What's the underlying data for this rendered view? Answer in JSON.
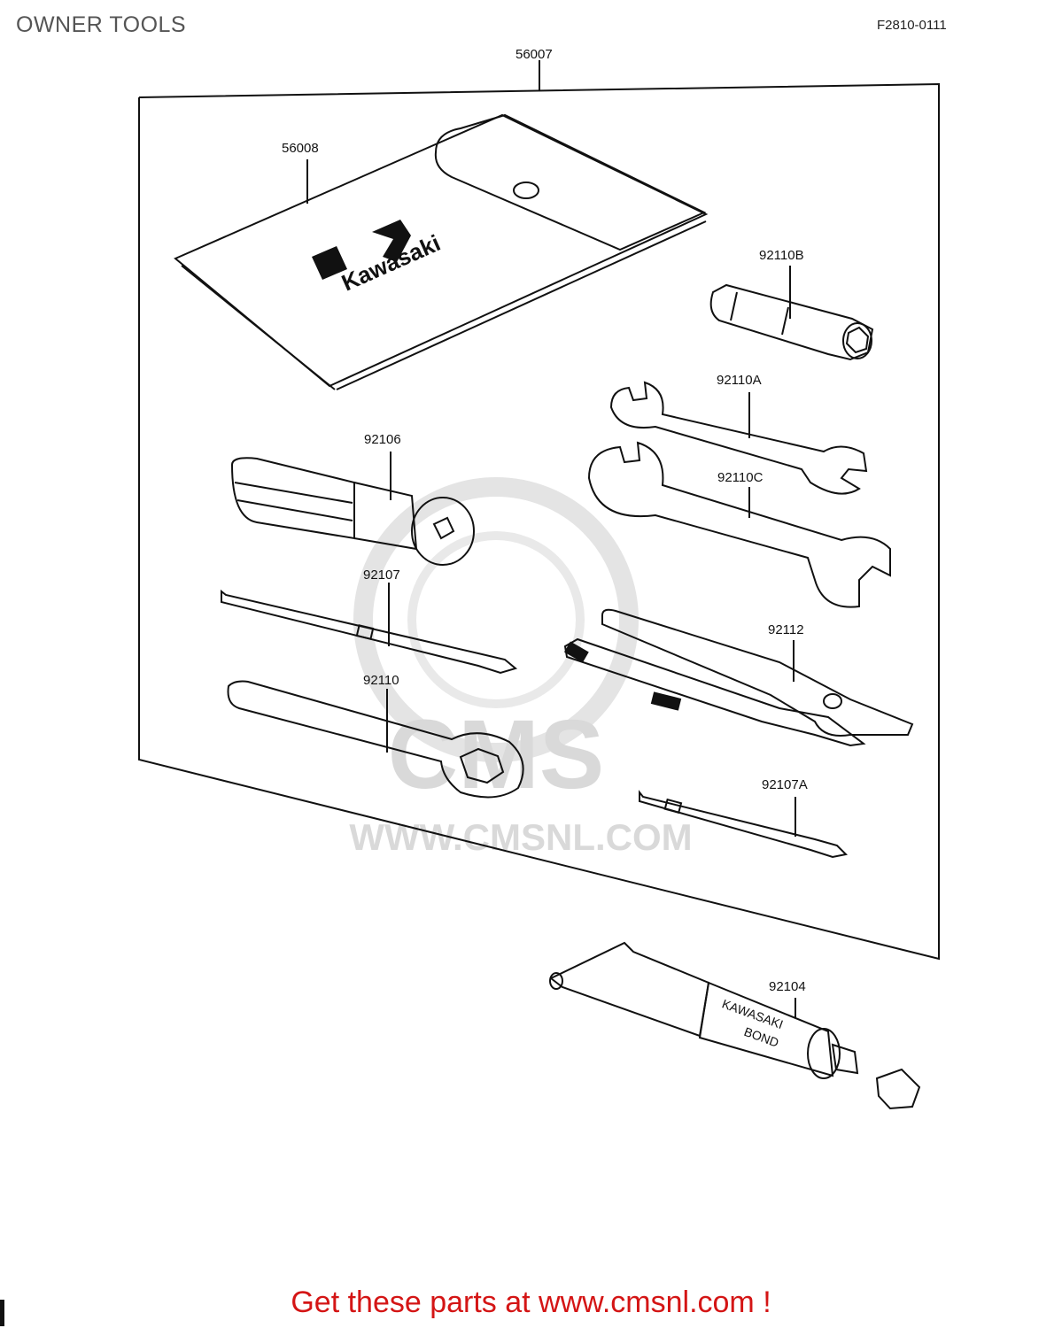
{
  "header": {
    "title": "OWNER TOOLS",
    "figure_code": "F2810-0111"
  },
  "parts": {
    "kit": "56007",
    "pouch": "56008",
    "socket_wrench": "92110B",
    "wrench_a": "92110A",
    "handle": "92106",
    "wrench_c": "92110C",
    "screwdriver": "92107",
    "pliers": "92112",
    "box_wrench": "92110",
    "screwdriver_a": "92107A",
    "bond": "92104"
  },
  "markings": {
    "pouch_brand": "Kawasaki",
    "bond_line1": "KAWASAKI",
    "bond_line2": "BOND"
  },
  "watermark": {
    "brand": "CMS",
    "url": "WWW.CMSNL.COM"
  },
  "footer": {
    "text": "Get these parts at www.cmsnl.com !"
  },
  "colors": {
    "line": "#111111",
    "watermark": "#d9d9d9",
    "footer": "#d41515"
  }
}
